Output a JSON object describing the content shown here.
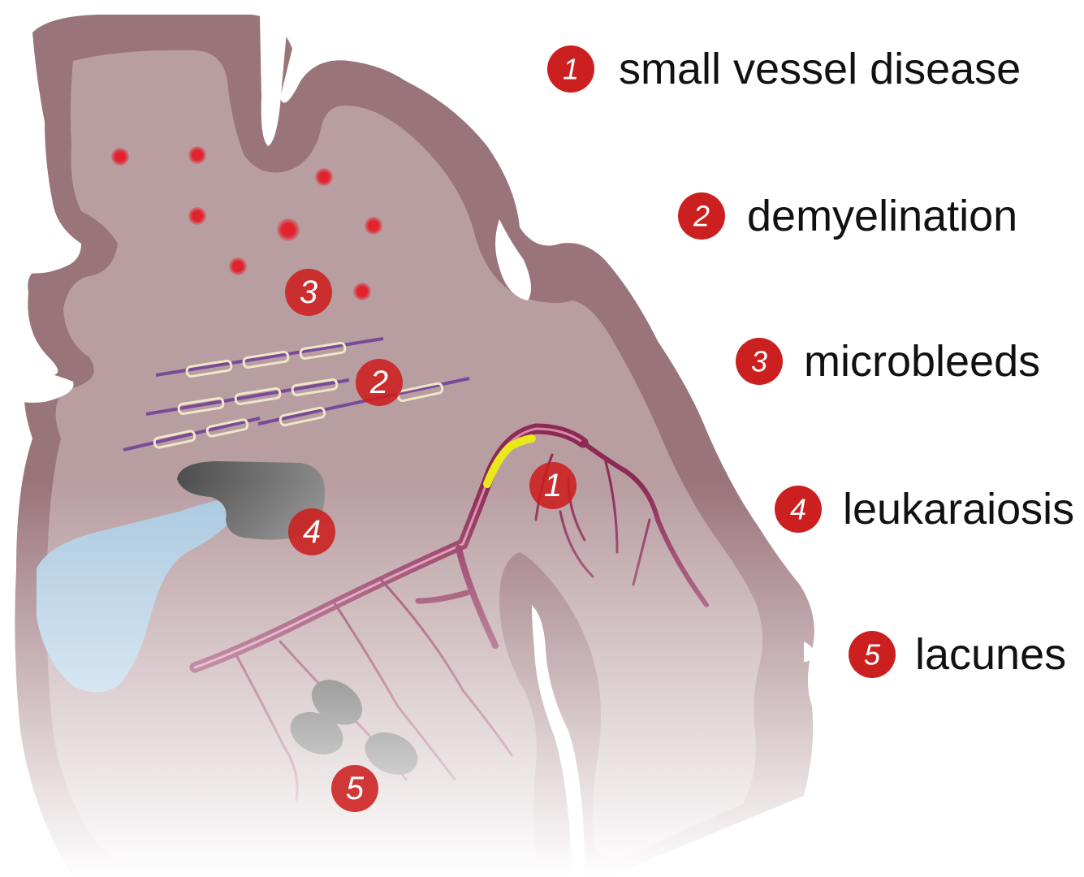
{
  "colors": {
    "cortex": "#9a747b",
    "white_matter": "#b89da1",
    "badge": "#cc1f1f",
    "microbleed": "#e2222c",
    "vessel": "#8c2a55",
    "vessel_highlight": "#e8e81a",
    "ventricle": "#a9c8e0",
    "leukaraiosis": "#5a5a5a",
    "lacune": "#3e3e3e",
    "myelin": "#efe6c8",
    "axon": "#7a4a9a"
  },
  "legend": [
    {
      "number": "1",
      "label": "small vessel disease"
    },
    {
      "number": "2",
      "label": "demyelination"
    },
    {
      "number": "3",
      "label": "microbleeds"
    },
    {
      "number": "4",
      "label": "leukaraiosis"
    },
    {
      "number": "5",
      "label": "lacunes"
    }
  ],
  "markers": [
    {
      "number": "1",
      "refers_to": "small vessel disease"
    },
    {
      "number": "2",
      "refers_to": "demyelination"
    },
    {
      "number": "3",
      "refers_to": "microbleeds"
    },
    {
      "number": "4",
      "refers_to": "leukaraiosis"
    },
    {
      "number": "5",
      "refers_to": "lacunes"
    }
  ]
}
